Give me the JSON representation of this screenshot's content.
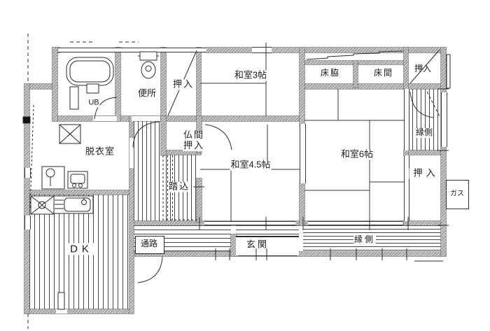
{
  "colors": {
    "wall_gray": "#9a9a9a",
    "line": "#2b2b2b",
    "background": "#ffffff"
  },
  "rooms": {
    "ub": "UB",
    "toilet": "便所",
    "oshiire_top": "押入",
    "washitsu3": "和室3帖",
    "tokowaki": "床脇",
    "tokonoma": "床間",
    "oshiire_topright": "押入",
    "engawa_right": "縁側",
    "oshiire_right": "押入",
    "gas": "ガス",
    "datsuiishitsu": "脱衣室",
    "butsuma": "仏間\n押入",
    "fumikomi": "踏込",
    "washitsu45": "和室4.5帖",
    "washitsu6": "和室6帖",
    "dk": "DK",
    "tsuro": "通路",
    "genkan": "玄関",
    "engawa_bottom": "縁側"
  }
}
